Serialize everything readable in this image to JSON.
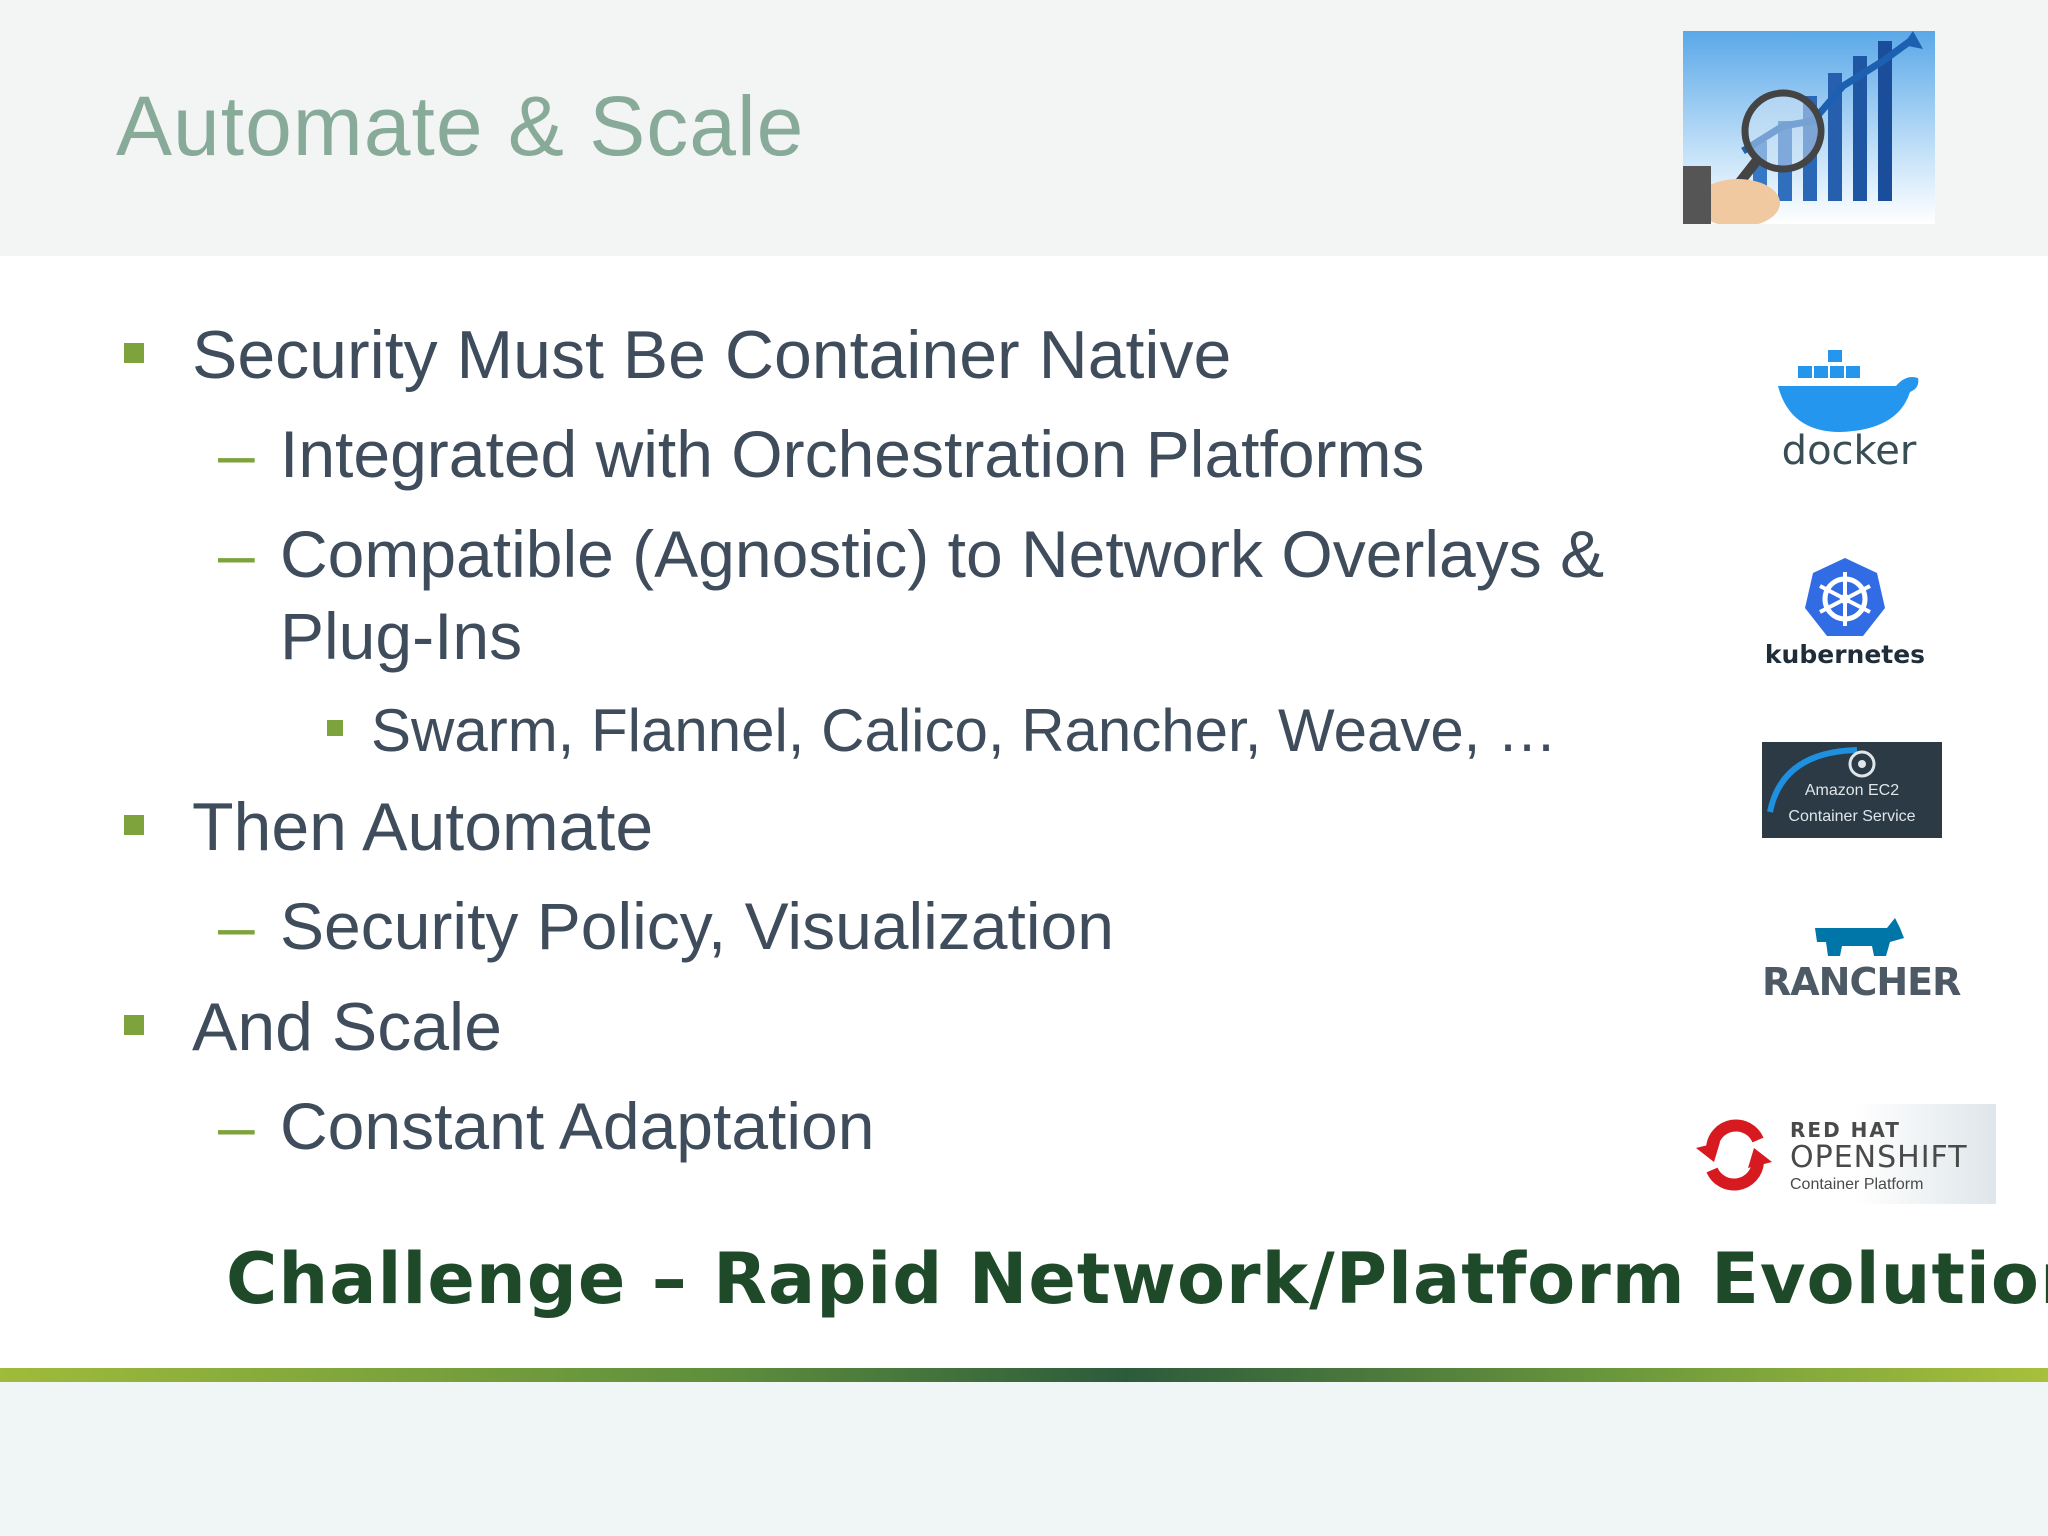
{
  "slide": {
    "title": "Automate & Scale",
    "bullets": [
      {
        "text": "Security Must Be Container Native"
      },
      {
        "text": "Integrated with Orchestration Platforms"
      },
      {
        "line1": "Compatible (Agnostic) to Network Overlays &",
        "line2": "Plug-Ins"
      },
      {
        "text": "Swarm, Flannel, Calico, Rancher, Weave, …"
      },
      {
        "text": "Then Automate"
      },
      {
        "text": "Security Policy, Visualization"
      },
      {
        "text": "And Scale"
      },
      {
        "text": "Constant Adaptation"
      }
    ],
    "dash_glyph": "–",
    "challenge": "Challenge – Rapid Network/Platform Evolution"
  },
  "logos": {
    "docker": "docker",
    "kubernetes": "kubernetes",
    "amazon_line1": "Amazon EC2",
    "amazon_line2": "Container Service",
    "rancher": "RANCHER",
    "openshift_line1": "RED HAT",
    "openshift_line2": "OPENSHIFT",
    "openshift_line3": "Container Platform"
  },
  "colors": {
    "title": "#88aa99",
    "body_text": "#3e4c5b",
    "bullet_accent": "#7ea33c",
    "challenge": "#1f4a2a",
    "docker_blue": "#2496ed",
    "kubernetes_blue": "#326ce5",
    "rancher_blue": "#0075a8",
    "openshift_red": "#d71920"
  }
}
